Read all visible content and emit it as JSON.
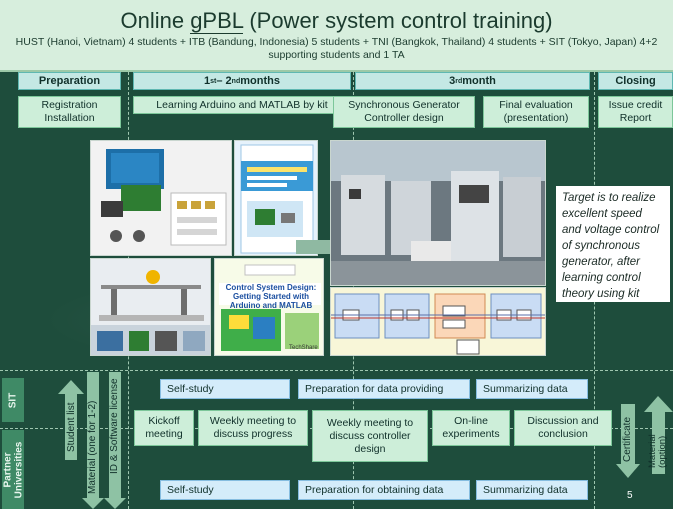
{
  "header": {
    "title_prefix": "Online ",
    "title_underlined": "gPBL",
    "title_suffix": " (Power system control training)",
    "subtitle": "HUST (Hanoi, Vietnam) 4 students + ITB (Bandung, Indonesia) 5 students + TNI (Bangkok, Thailand) 4 students + SIT (Tokyo, Japan) 4+2 supporting students and 1 TA"
  },
  "phases": [
    {
      "label": "Preparation"
    },
    {
      "label_pre": "1",
      "label_sup1": "st",
      "label_mid": " – 2",
      "label_sup2": "nd",
      "label_post": " months"
    },
    {
      "label_pre": "3",
      "label_sup": "rd",
      "label_post": " month"
    },
    {
      "label": "Closing"
    }
  ],
  "tasks": {
    "registration": "Registration Installation",
    "learning": "Learning Arduino and MATLAB by kit",
    "synchronous": "Synchronous Generator Controller design",
    "final_eval": "Final evaluation (presentation)",
    "issue_credit": "Issue credit Report"
  },
  "target_text": "Target is to realize excellent speed and voltage control of synchronous generator, after learning control theory using kit",
  "book": {
    "title": "Control System Design: Getting Started with Arduino and MATLAB",
    "publisher": "TechShare"
  },
  "side_labels": {
    "sit": "SIT",
    "partner": "Partner Universities"
  },
  "arrows": {
    "student_list": "Student list",
    "material": "Material (one for 1-2)",
    "id_license": "ID & Software license",
    "certificate": "Certificate",
    "material_option": "Material (option)"
  },
  "sit_row": {
    "self_study": "Self-study",
    "prep_providing": "Preparation for data providing",
    "summarizing": "Summarizing data"
  },
  "shared_row": {
    "kickoff": "Kickoff meeting",
    "weekly_progress": "Weekly meeting to discuss progress",
    "weekly_controller": "Weekly meeting to discuss controller design",
    "online_exp": "On-line experiments",
    "discussion": "Discussion and conclusion"
  },
  "partner_row": {
    "self_study": "Self-study",
    "prep_obtaining": "Preparation for obtaining data",
    "summarizing": "Summarizing data"
  },
  "page_number": "5",
  "colors": {
    "background": "#1e4d3c",
    "title_bg": "#d7eedd",
    "phase_bg": "#c4e8e4",
    "task_bg": "#cdeed9",
    "blue_box": "#d4ecfa"
  }
}
